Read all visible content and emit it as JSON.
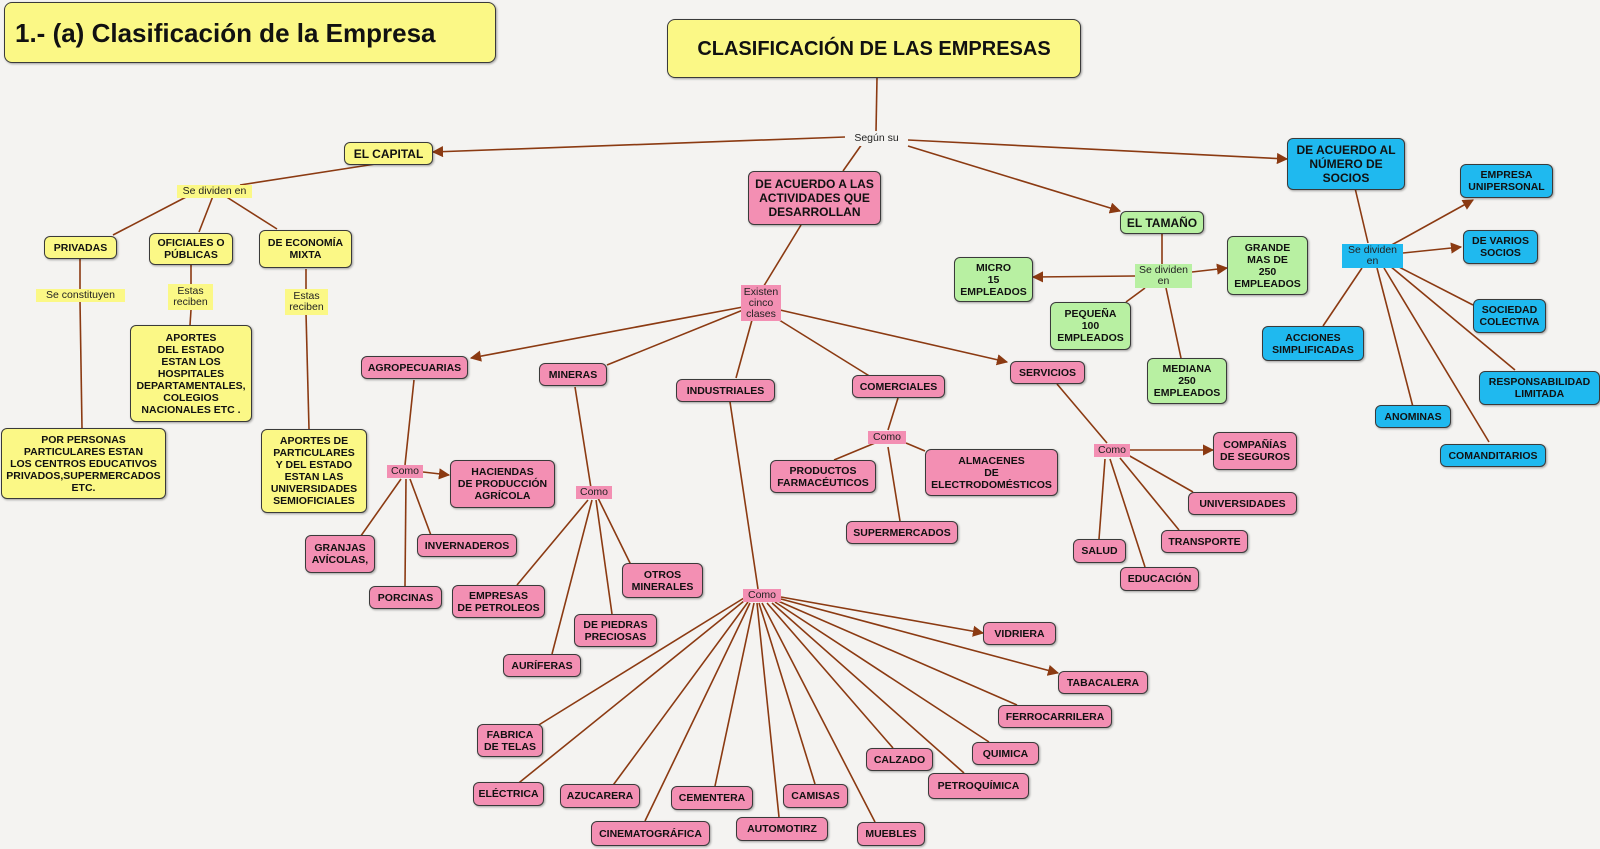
{
  "heading": "1.- (a) Clasificación de la Empresa",
  "root": "CLASIFICACIÓN DE LAS EMPRESAS",
  "link_segun": "Según  su",
  "capital": {
    "title": "EL CAPITAL",
    "divide_label": "Se dividen en",
    "privadas": "PRIVADAS",
    "oficiales": "OFICIALES O\nPÚBLICAS",
    "mixta": "DE ECONOMÍA\nMIXTA",
    "se_constituyen": "Se constituyen",
    "estas_reciben_1": "Estas\nreciben",
    "estas_reciben_2": "Estas\nreciben",
    "personas": "POR PERSONAS\nPARTICULARES ESTAN\nLOS CENTROS EDUCATIVOS\nPRIVADOS,SUPERMERCADOS\nETC.",
    "aportes_estado": "APORTES\nDEL ESTADO\nESTAN LOS\nHOSPITALES\nDEPARTAMENTALES,\nCOLEGIOS\nNACIONALES ETC .",
    "aportes_particulares": "APORTES DE\nPARTICULARES\nY DEL ESTADO\nESTAN LAS\nUNIVERSIDADES\nSEMIOFICIALES"
  },
  "actividades": {
    "title": "DE ACUERDO A LAS\nACTIVIDADES  QUE\nDESARROLLAN",
    "existen": "Existen\ncinco\nclases",
    "agropecuarias": {
      "title": "AGROPECUARIAS",
      "como": "Como",
      "items": [
        "HACIENDAS\nDE PRODUCCIÓN\nAGRÍCOLA",
        "GRANJAS\nAVÍCOLAS,",
        "INVERNADEROS",
        "PORCINAS"
      ]
    },
    "mineras": {
      "title": "MINERAS",
      "como": "Como",
      "items": [
        "OTROS\nMINERALES",
        "EMPRESAS\nDE PETROLEOS",
        "DE PIEDRAS\nPRECIOSAS",
        "AURÍFERAS"
      ]
    },
    "industriales": {
      "title": "INDUSTRIALES",
      "como": "Como",
      "items": [
        "VIDRIERA",
        "TABACALERA",
        "FERROCARRILERA",
        "QUIMICA",
        "PETROQUÍMICA",
        "CALZADO",
        "MUEBLES",
        "CAMISAS",
        "AUTOMOTIRZ",
        "CEMENTERA",
        "CINEMATOGRÁFICA",
        "AZUCARERA",
        "ELÉCTRICA",
        "FABRICA\nDE TELAS"
      ]
    },
    "comerciales": {
      "title": "COMERCIALES",
      "como": "Como",
      "items": [
        "PRODUCTOS\nFARMACÉUTICOS",
        "ALMACENES\nDE\nELECTRODOMÉSTICOS",
        "SUPERMERCADOS"
      ]
    },
    "servicios": {
      "title": "SERVICIOS",
      "como": "Como",
      "items": [
        "COMPAÑÍAS\nDE SEGUROS",
        "UNIVERSIDADES",
        "TRANSPORTE",
        "EDUCACIÓN",
        "SALUD"
      ]
    }
  },
  "tamano": {
    "title": "EL TAMAÑO",
    "divide_label": "Se dividen\nen",
    "items": [
      "MICRO\n15\nEMPLEADOS",
      "GRANDE\nMAS DE\n250\nEMPLEADOS",
      "PEQUEÑA\n100\nEMPLEADOS",
      "MEDIANA\n250\nEMPLEADOS"
    ]
  },
  "socios": {
    "title": "DE ACUERDO AL\nNÚMERO DE\nSOCIOS",
    "divide_label": "Se dividen\nen",
    "items": [
      "EMPRESA\nUNIPERSONAL",
      "DE VARIOS\nSOCIOS",
      "SOCIEDAD\nCOLECTIVA",
      "RESPONSABILIDAD\nLIMITADA",
      "COMANDITARIOS",
      "ANOMINAS",
      "ACCIONES\nSIMPLIFICADAS"
    ]
  },
  "colors": {
    "line": "#8b3a12",
    "yellow": "#fbf886",
    "pink": "#f38fb3",
    "green": "#b8f0a2",
    "blue": "#1fb9ef"
  }
}
